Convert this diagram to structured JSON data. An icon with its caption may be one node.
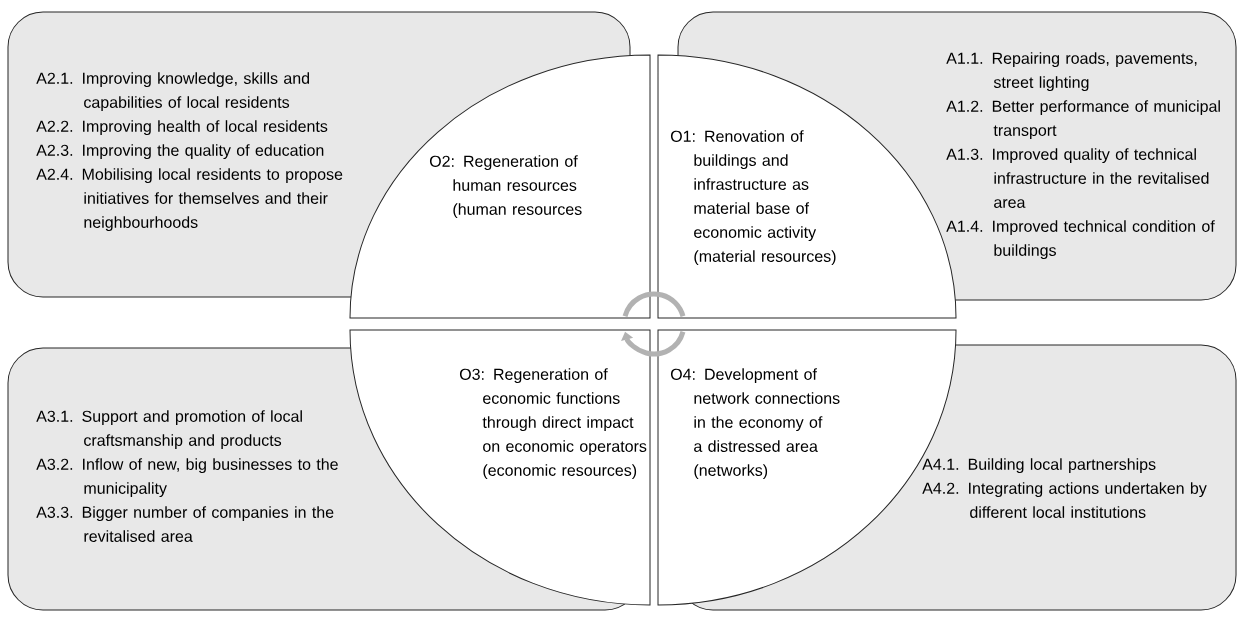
{
  "diagram": {
    "nodes": [
      {
        "text": [
          "A2.1. Improving knowledge, skills and capabilities of local residents",
          "A2.2. Improving health of local residents",
          "A2.3. Improving the quality of education",
          "A2.4. Mobilising local residents to propose initiatives for themselves and their neighbourhoods"
        ]
      },
      {
        "text": [
          "O2: Regeneration of human resources (human resources"
        ]
      },
      {
        "text": [
          "O1: Renovation of buildings and infrastructure as material base of economic activity (material resources)"
        ]
      },
      {
        "text": [
          "A1.1. Repairing roads, pavements, street lighting",
          "A1.2. Better performance of municipal transport",
          "A1.3. Improved quality of technical infrastructure in the revitalised area",
          "A1.4. Improved technical condition of buildings"
        ]
      },
      {
        "text": [
          "A3.1. Support and promotion of local craftsmanship and products",
          "A3.2. Inflow of new, big businesses to the municipality",
          "A3.3. Bigger number of companies in the revitalised area"
        ]
      },
      {
        "text": [
          "O3: Regeneration of economic functions through direct impact on economic operators (economic resources)"
        ]
      },
      {
        "text": [
          "O4: Development of network connections in the economy of a distressed area (networks)"
        ]
      },
      {
        "text": [
          "A4.1. Building local partnerships",
          "A4.2. Integrating actions undertaken by different local institutions"
        ]
      },
      {
        "text": [],
        "shape": "circle"
      }
    ]
  }
}
